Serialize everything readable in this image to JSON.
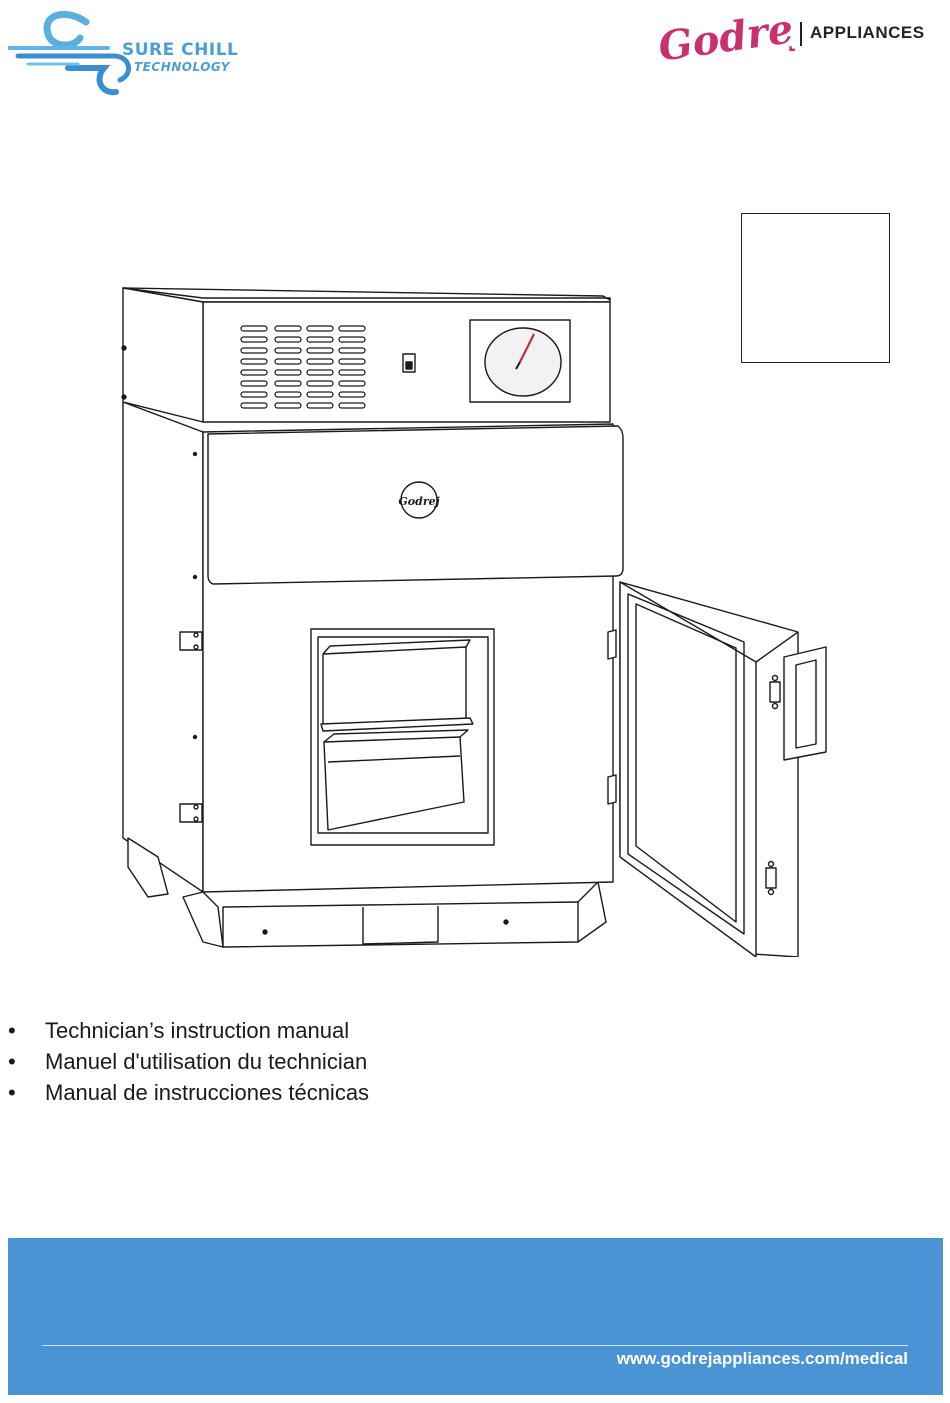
{
  "header": {
    "surechill_logo": {
      "icon": "surechill-swirl-icon",
      "line1": "SURE CHILL",
      "line2": "TECHNOLOGY",
      "color": "#4aa0d6"
    },
    "brand": {
      "logo_script": "Godrej",
      "logo_color": "#c8306f",
      "division": "APPLIANCES"
    }
  },
  "illustration": {
    "subject": "fridge-illustration",
    "door_logo": "Godrej"
  },
  "bullets": [
    {
      "text": "Technician’s instruction manual"
    },
    {
      "text": "Manuel d'utilisation du technician"
    },
    {
      "text": "Manual de instrucciones técnicas"
    }
  ],
  "footer": {
    "band_color": "#4a93d4",
    "url": "www.godrejappliances.com/medical"
  }
}
